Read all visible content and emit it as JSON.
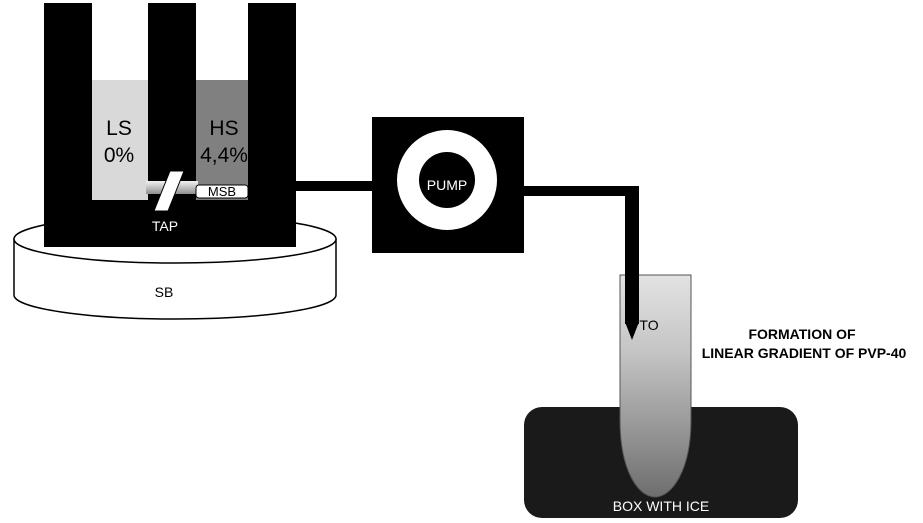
{
  "labels": {
    "ls_name": "LS",
    "ls_value": "0%",
    "hs_name": "HS",
    "hs_value": "4,4%",
    "msb": "MSB",
    "tap": "TAP",
    "sb": "SB",
    "pump": "PUMP",
    "to": "TO",
    "box": "BOX WITH ICE",
    "caption_line1": "FORMATION OF",
    "caption_line2": "LINEAR GRADIENT OF PVP-40"
  },
  "colors": {
    "frame": "#000000",
    "ls_solution": "#d9d9d9",
    "hs_solution": "#808080",
    "background": "#ffffff"
  }
}
